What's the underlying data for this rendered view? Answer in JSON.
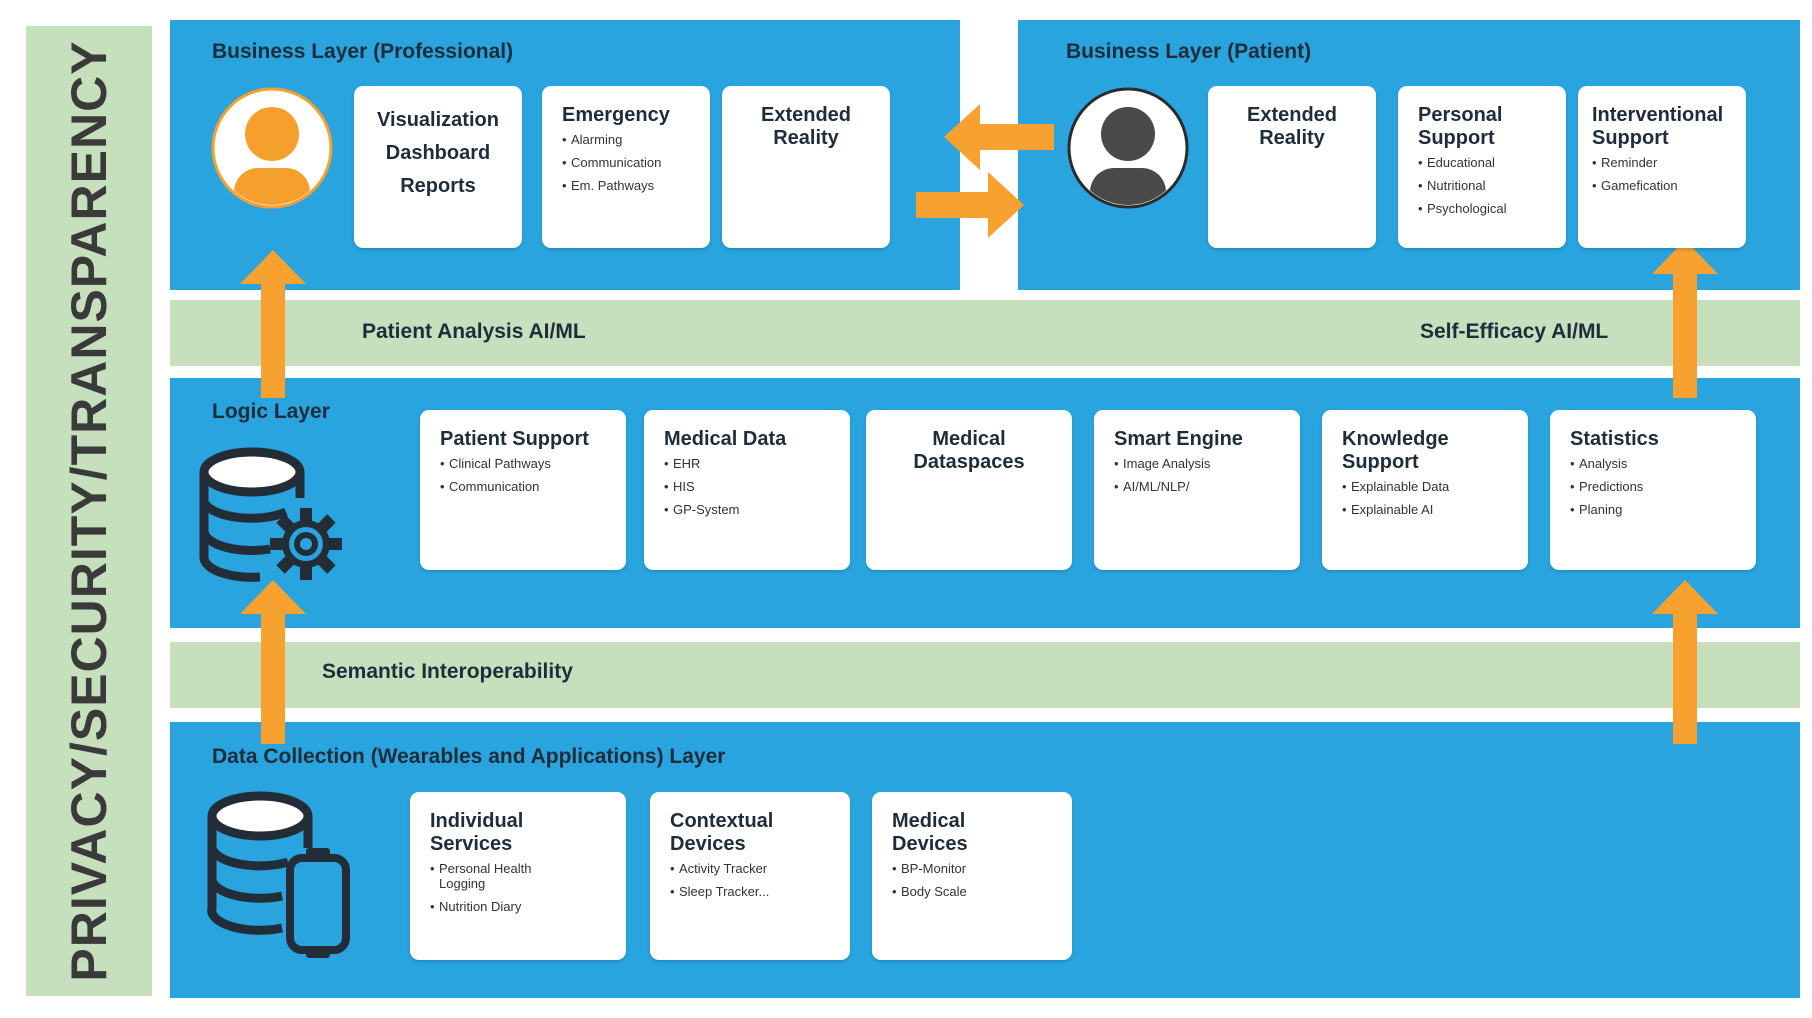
{
  "sidebar": {
    "label": "PRIVACY/SECURITY/TRANSPARENCY"
  },
  "business_professional": {
    "title": "Business Layer (Professional)",
    "cards": [
      {
        "title_lines": [
          "Visualization",
          "Dashboard",
          "Reports"
        ]
      },
      {
        "title": "Emergency",
        "items": [
          "Alarming",
          "Communication",
          "Em. Pathways"
        ]
      },
      {
        "title_lines": [
          "Extended",
          "Reality"
        ]
      }
    ]
  },
  "business_patient": {
    "title": "Business Layer (Patient)",
    "cards": [
      {
        "title_lines": [
          "Extended",
          "Reality"
        ]
      },
      {
        "title_lines": [
          "Personal",
          "Support"
        ],
        "items": [
          "Educational",
          "Nutritional",
          "Psychological"
        ]
      },
      {
        "title_lines": [
          "Interventional",
          "Support"
        ],
        "items": [
          "Reminder",
          "Gamefication"
        ]
      }
    ]
  },
  "band_ai": {
    "left_label": "Patient Analysis AI/ML",
    "right_label": "Self-Efficacy AI/ML"
  },
  "logic_layer": {
    "title": "Logic Layer",
    "cards": [
      {
        "title": "Patient Support",
        "items": [
          "Clinical Pathways",
          "Communication"
        ]
      },
      {
        "title": "Medical Data",
        "items": [
          "EHR",
          "HIS",
          "GP-System"
        ]
      },
      {
        "title_lines": [
          "Medical",
          "Dataspaces"
        ]
      },
      {
        "title": "Smart Engine",
        "items": [
          "Image Analysis",
          "AI/ML/NLP/"
        ]
      },
      {
        "title_lines": [
          "Knowledge",
          "Support"
        ],
        "items": [
          "Explainable Data",
          "Explainable AI"
        ]
      },
      {
        "title": "Statistics",
        "items": [
          "Analysis",
          "Predictions",
          "Planing"
        ]
      }
    ]
  },
  "band_semantic": {
    "label": "Semantic Interoperability"
  },
  "data_layer": {
    "title": "Data Collection (Wearables and Applications) Layer",
    "cards": [
      {
        "title_lines": [
          "Individual",
          "Services"
        ],
        "items": [
          "Personal Health Logging",
          "Nutrition Diary"
        ]
      },
      {
        "title_lines": [
          "Contextual",
          "Devices"
        ],
        "items": [
          "Activity Tracker",
          "Sleep Tracker..."
        ]
      },
      {
        "title_lines": [
          "Medical",
          "Devices"
        ],
        "items": [
          "BP-Monitor",
          "Body Scale"
        ]
      }
    ]
  },
  "colors": {
    "panel": "#29a4df",
    "band": "#c6e0be",
    "arrow": "#f7a130",
    "icon_dark": "#232d38",
    "avatar_orange": "#f5a02d",
    "avatar_gray": "#4a4a4a"
  },
  "icons": [
    "professional-avatar-icon",
    "patient-avatar-icon",
    "database-gear-icon",
    "database-device-icon",
    "arrow-up-icon",
    "arrow-left-icon",
    "arrow-right-icon"
  ]
}
